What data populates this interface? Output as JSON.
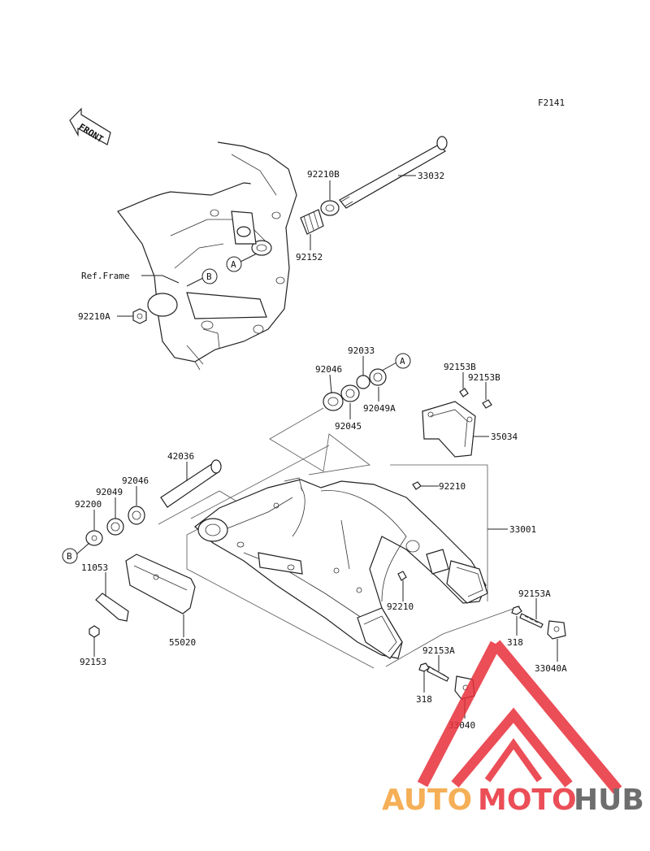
{
  "figure_code": "F2141",
  "front_arrow_label": "FRONT",
  "ref_frame_label": "Ref.Frame",
  "callouts": {
    "A": "A",
    "B": "B"
  },
  "parts": [
    {
      "id": "p_92210B",
      "number": "92210B"
    },
    {
      "id": "p_33032",
      "number": "33032"
    },
    {
      "id": "p_92152",
      "number": "92152"
    },
    {
      "id": "p_92210A",
      "number": "92210A"
    },
    {
      "id": "p_92033",
      "number": "92033"
    },
    {
      "id": "p_92046a",
      "number": "92046"
    },
    {
      "id": "p_92049A",
      "number": "92049A"
    },
    {
      "id": "p_92045",
      "number": "92045"
    },
    {
      "id": "p_92153B_1",
      "number": "92153B"
    },
    {
      "id": "p_92153B_2",
      "number": "92153B"
    },
    {
      "id": "p_35034",
      "number": "35034"
    },
    {
      "id": "p_42036",
      "number": "42036"
    },
    {
      "id": "p_92046b",
      "number": "92046"
    },
    {
      "id": "p_92049",
      "number": "92049"
    },
    {
      "id": "p_92200",
      "number": "92200"
    },
    {
      "id": "p_92210_top",
      "number": "92210"
    },
    {
      "id": "p_33001",
      "number": "33001"
    },
    {
      "id": "p_11053",
      "number": "11053"
    },
    {
      "id": "p_92210_bot",
      "number": "92210"
    },
    {
      "id": "p_92153A_1",
      "number": "92153A"
    },
    {
      "id": "p_55020",
      "number": "55020"
    },
    {
      "id": "p_318_1",
      "number": "318"
    },
    {
      "id": "p_33040A",
      "number": "33040A"
    },
    {
      "id": "p_92153",
      "number": "92153"
    },
    {
      "id": "p_92153A_2",
      "number": "92153A"
    },
    {
      "id": "p_318_2",
      "number": "318"
    },
    {
      "id": "p_33040",
      "number": "33040"
    }
  ],
  "watermark": {
    "part1": "AUTO",
    "part2": "MOTO",
    "part3": "HUB",
    "color_orange": "#f4a23a",
    "color_red": "#e8303a",
    "color_gray": "#555555"
  }
}
